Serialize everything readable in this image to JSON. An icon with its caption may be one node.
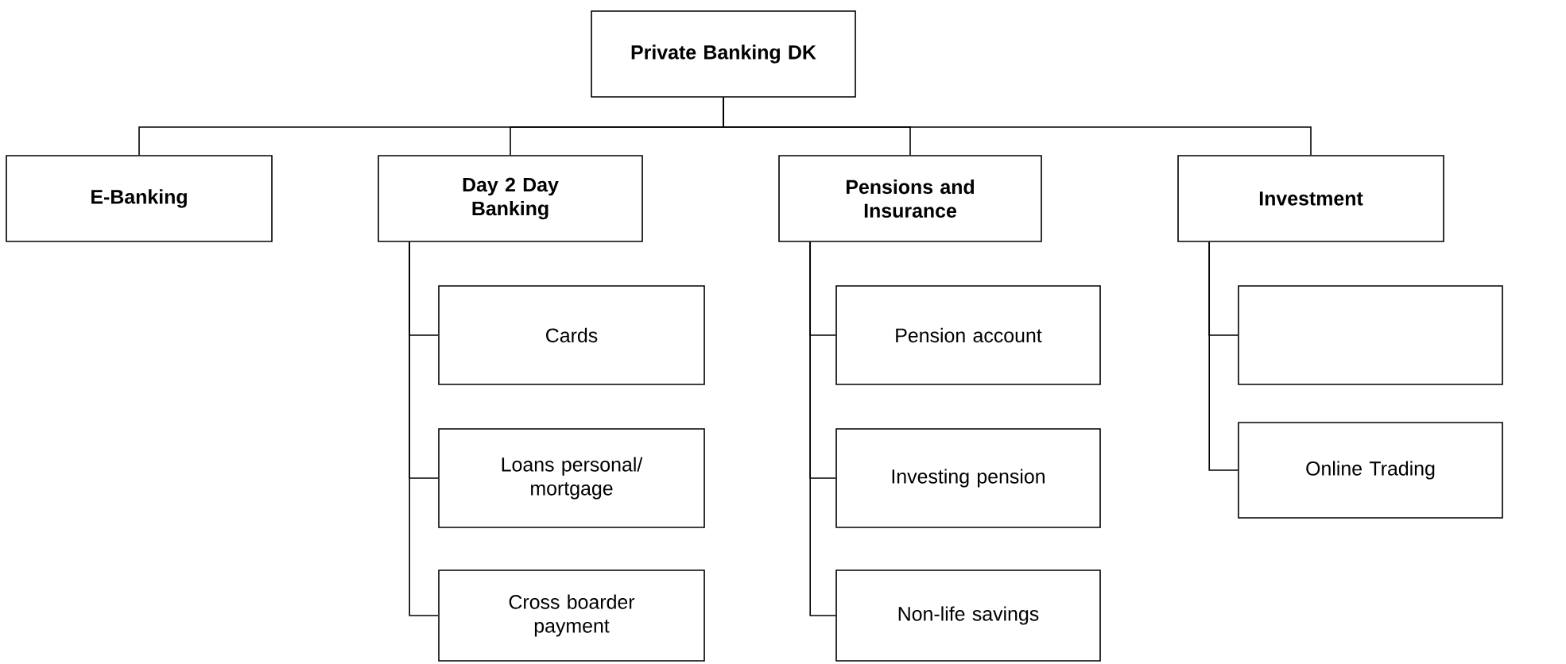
{
  "diagram": {
    "nodes": [
      {
        "text": [
          "Private Banking DK"
        ]
      },
      {
        "text": [
          "E-Banking"
        ]
      },
      {
        "text": [
          "Day 2 Day Banking"
        ]
      },
      {
        "text": [
          "Pensions and Insurance"
        ]
      },
      {
        "text": [
          "Investment"
        ]
      },
      {
        "text": [
          "Cards"
        ]
      },
      {
        "text": [
          "Loans personal/ mortgage"
        ]
      },
      {
        "text": [
          "Cross boarder payment"
        ]
      },
      {
        "text": [
          "Pension account"
        ]
      },
      {
        "text": [
          "Investing pension"
        ]
      },
      {
        "text": [
          "Non-life savings"
        ]
      },
      {
        "text": [],
        "shape": "box"
      },
      {
        "text": [
          "Online Trading"
        ]
      }
    ],
    "edges": [
      {
        "from": 0,
        "to": 1,
        "arrow": "none"
      },
      {
        "from": 0,
        "to": 2,
        "arrow": "none"
      },
      {
        "from": 0,
        "to": 3,
        "arrow": "none"
      },
      {
        "from": 0,
        "to": 4,
        "arrow": "none"
      },
      {
        "from": 2,
        "to": 5,
        "arrow": "none"
      },
      {
        "from": 2,
        "to": 6,
        "arrow": "none"
      },
      {
        "from": 2,
        "to": 7,
        "arrow": "none"
      },
      {
        "from": 3,
        "to": 8,
        "arrow": "none"
      },
      {
        "from": 3,
        "to": 9,
        "arrow": "none"
      },
      {
        "from": 3,
        "to": 10,
        "arrow": "none"
      },
      {
        "from": 4,
        "to": 11,
        "arrow": "none"
      },
      {
        "from": 4,
        "to": 12,
        "arrow": "none"
      }
    ]
  }
}
